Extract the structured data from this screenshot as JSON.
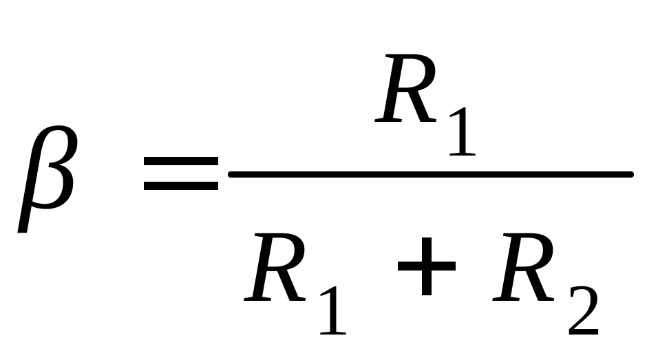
{
  "equation": {
    "lhs_symbol": "β",
    "equals_sign": "=",
    "numerator": {
      "variable": "R",
      "subscript": "1"
    },
    "denominator": {
      "term1": {
        "variable": "R",
        "subscript": "1"
      },
      "operator": "+",
      "term2": {
        "variable": "R",
        "subscript": "2"
      }
    }
  },
  "colors": {
    "background": "#ffffff",
    "ink": "#000000"
  }
}
